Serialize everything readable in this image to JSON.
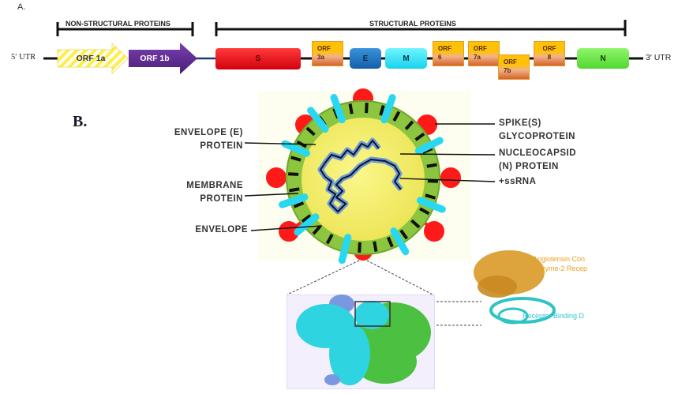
{
  "panel_a": {
    "label": "A.",
    "five_utr": "5′ UTR",
    "three_utr": "3′ UTR",
    "brackets": {
      "non_structural": "NON-STRUCTURAL PROTEINS",
      "structural": "STRUCTURAL PROTEINS"
    },
    "genes": {
      "orf1a": "ORF 1a",
      "orf1b": "ORF 1b",
      "s": "S",
      "orf3a": [
        "ORF",
        "3a"
      ],
      "e": "E",
      "m": "M",
      "orf6": [
        "ORF",
        "6"
      ],
      "orf7a": [
        "ORF",
        "7a"
      ],
      "orf7b": [
        "ORF",
        "7b"
      ],
      "orf8": [
        "ORF",
        "8"
      ],
      "n": "N"
    },
    "colors": {
      "orf1a": "#ffff66",
      "orf1b": "#5b2a86",
      "s": "#e8141c",
      "e": "#1e78c8",
      "m": "#22e0f0",
      "orf": "#ffc107",
      "n": "#6ee84a"
    }
  },
  "panel_b": {
    "label": "B.",
    "callouts": {
      "envelope_e_protein": [
        "ENVELOPE (E)",
        "PROTEIN"
      ],
      "membrane_protein": [
        "MEMBRANE",
        "PROTEIN"
      ],
      "envelope": "ENVELOPE",
      "spike_glycoprotein": [
        "SPIKE(S)",
        "GLYCOPROTEIN"
      ],
      "nucleocapsid_protein": [
        "NUCLEOCAPSID",
        "(N) PROTEIN"
      ],
      "ssrna": "+ssRNA"
    },
    "structure_labels": {
      "ace2": [
        "Angiotensin Con",
        "Enzyme-2 Recep"
      ],
      "rbd": "Receptor Binding D"
    },
    "colors": {
      "envelope": "#8cc63f",
      "core": "#f6f06a",
      "spike": "#ff1a1a",
      "membrane_protein": "#28d8f0",
      "ace2": "#e8a020",
      "rbd": "#2ec4c4"
    }
  }
}
